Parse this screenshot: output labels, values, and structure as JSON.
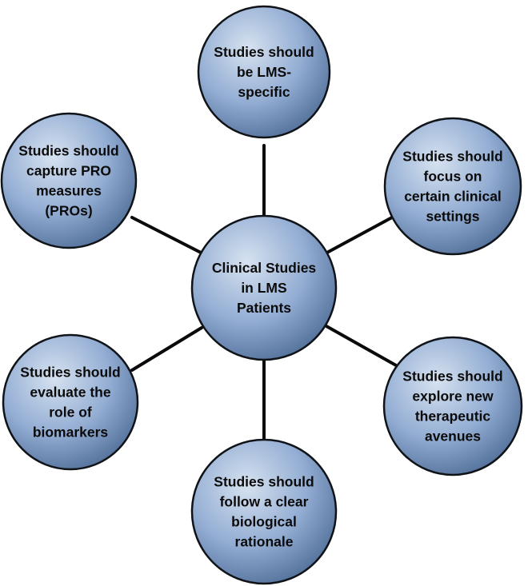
{
  "diagram": {
    "center": {
      "lines": [
        "Clinical Studies",
        "in LMS",
        "Patients"
      ]
    },
    "nodes": [
      {
        "id": "lms-specific",
        "lines": [
          "Studies should",
          "be LMS-",
          "specific"
        ]
      },
      {
        "id": "clinical-settings",
        "lines": [
          "Studies should",
          "focus on",
          "certain clinical",
          "settings"
        ]
      },
      {
        "id": "therapeutic-avenues",
        "lines": [
          "Studies should",
          "explore new",
          "therapeutic",
          "avenues"
        ]
      },
      {
        "id": "biological-rationale",
        "lines": [
          "Studies should",
          "follow a clear",
          "biological",
          "rationale"
        ]
      },
      {
        "id": "biomarkers",
        "lines": [
          "Studies should",
          "evaluate the",
          "role of",
          "biomarkers"
        ]
      },
      {
        "id": "pro-measures",
        "lines": [
          "Studies should",
          "capture PRO",
          "measures",
          "(PROs)"
        ]
      }
    ],
    "colors": {
      "fill_light": "#d6e2f0",
      "fill_mid": "#93add3",
      "fill_dark": "#4f6d97",
      "outline": "#101418",
      "connector": "#0a0a0a",
      "text": "#0b0b0b"
    }
  }
}
